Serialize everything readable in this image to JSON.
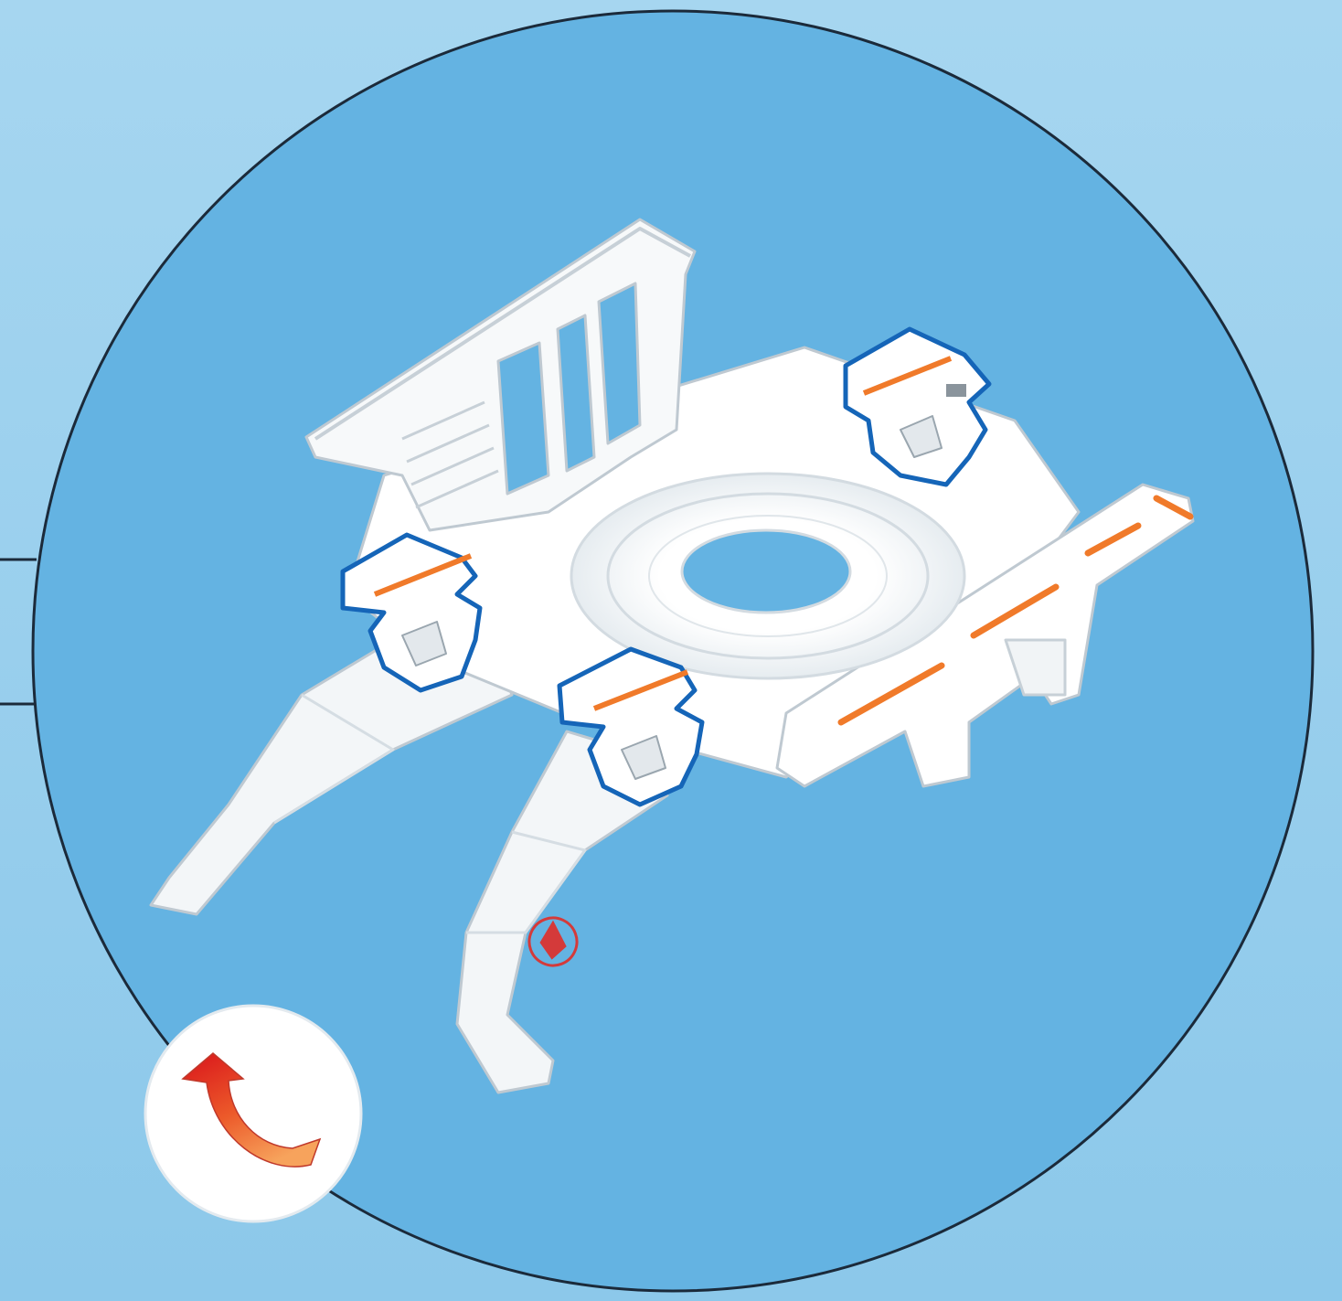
{
  "figure": {
    "kind": "assembly-instruction-detail",
    "subject": "white-base-frame-with-four-clips",
    "highlighted_parts": [
      "clip-front-left",
      "clip-front-center",
      "clip-rear-right"
    ],
    "rotation_hint_icon": "curved-up-arrow-icon"
  },
  "colors": {
    "page_background": "#A6D6F0",
    "detail_circle_fill": "#64B3E2",
    "detail_circle_stroke": "#1B2A3A",
    "part_body": "#FFFFFF",
    "part_shade": "#E3E8EC",
    "part_edge": "#BFC9D1",
    "clip_outline": "#1565B8",
    "stripe_accent": "#F07A2A",
    "badge_background": "#FFFFFF",
    "arrow_top": "#D9141B",
    "arrow_bottom": "#F7A35C",
    "decal_red": "#D43A3A"
  }
}
